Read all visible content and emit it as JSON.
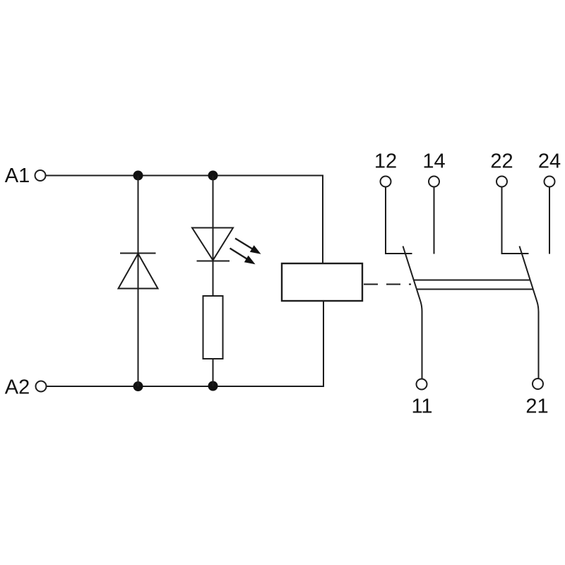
{
  "diagram": {
    "colors": {
      "background": "#ffffff",
      "line": "#1d1d1d"
    },
    "coil_terminals": {
      "a1": "A1",
      "a2": "A2"
    },
    "contact_terminals": {
      "t12": "12",
      "t14": "14",
      "t22": "22",
      "t24": "24",
      "t11": "11",
      "t21": "21"
    },
    "components": [
      "suppressor-diode",
      "led-with-emission-arrows",
      "series-resistor",
      "relay-coil",
      "changeover-contact-left",
      "changeover-contact-right",
      "mechanical-linkage"
    ]
  }
}
